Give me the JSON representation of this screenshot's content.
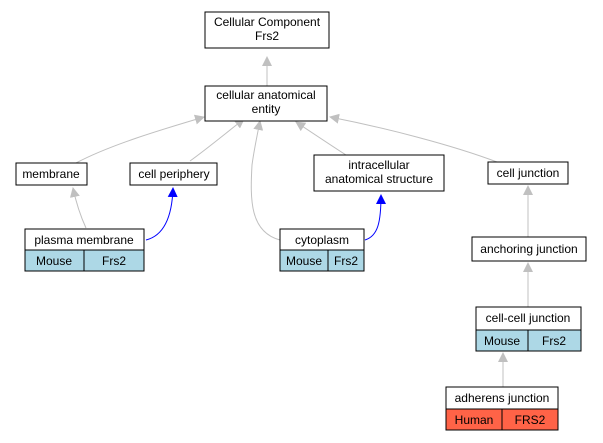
{
  "colors": {
    "node_fill": "#ffffff",
    "mouse_fill": "#add8e6",
    "human_fill": "#ff6347",
    "gray_edge": "#c0c0c0",
    "blue_edge": "#0000ff"
  },
  "nodes": {
    "cellular_component": {
      "lines": [
        "Cellular Component",
        "Frs2"
      ]
    },
    "cellular_anatomical_entity": {
      "lines": [
        "cellular anatomical",
        "entity"
      ]
    },
    "membrane": {
      "lines": [
        "membrane"
      ]
    },
    "cell_periphery": {
      "lines": [
        "cell periphery"
      ]
    },
    "intracellular_anatomical_structure": {
      "lines": [
        "intracellular",
        "anatomical structure"
      ]
    },
    "cell_junction": {
      "lines": [
        "cell junction"
      ]
    },
    "plasma_membrane": {
      "lines": [
        "plasma membrane"
      ],
      "species": "Mouse",
      "gene": "Frs2"
    },
    "cytoplasm": {
      "lines": [
        "cytoplasm"
      ],
      "species": "Mouse",
      "gene": "Frs2"
    },
    "anchoring_junction": {
      "lines": [
        "anchoring junction"
      ]
    },
    "cell_cell_junction": {
      "lines": [
        "cell-cell junction"
      ],
      "species": "Mouse",
      "gene": "Frs2"
    },
    "adherens_junction": {
      "lines": [
        "adherens junction"
      ],
      "species": "Human",
      "gene": "FRS2"
    }
  }
}
